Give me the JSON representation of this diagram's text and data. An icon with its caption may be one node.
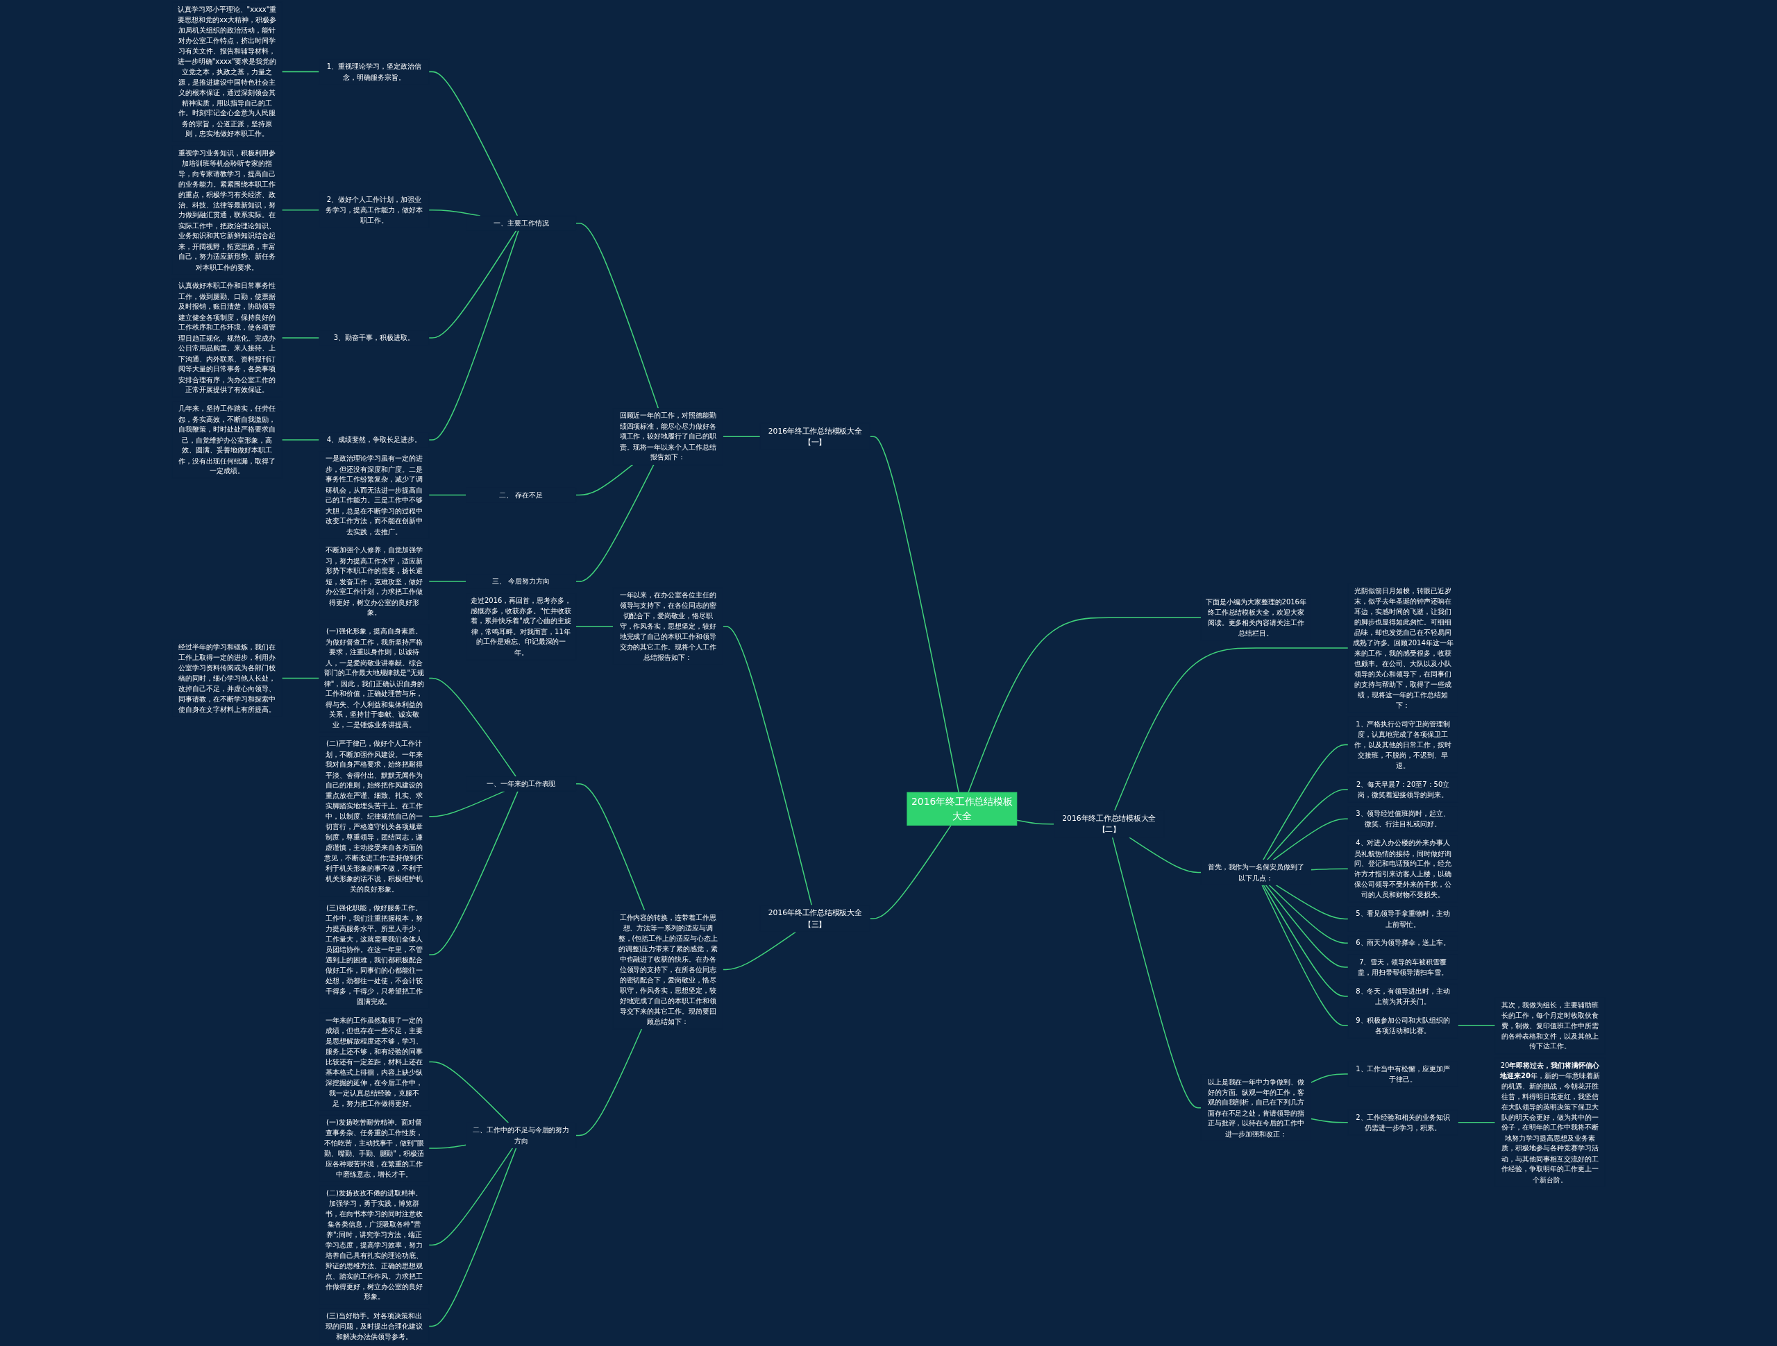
{
  "diagram": {
    "nodes": [
      {
        "text": [
          "2016年终工作总结模板大全"
        ]
      },
      {
        "text": [
          "2016年终工作总结模板大全【一】"
        ]
      },
      {
        "text": [
          "回顾近一年的工作，对照德能勤绩四项标准，能尽心尽力做好各项工作，较好地履行了自己的职责。现将一年以来个人工作总结报告如下："
        ]
      },
      {
        "text": [
          "一、主要工作情况"
        ]
      },
      {
        "text": [
          "1、重视理论学习，坚定政治信念，明确服务宗旨。"
        ]
      },
      {
        "text": [
          "认真学习邓小平理论、\"xxxx\"重要思想和党的xx大精神，积极参加局机关组织的政治活动，能针对办公室工作特点，挤出时间学习有关文件、报告和辅导材料，进一步明确\"xxxx\"要求是我党的立党之本，执政之基，力量之源，是推进建设中国特色社会主义的根本保证，通过深刻领会其精神实质，用以指导自己的工作。时刻牢记全心全意为人民服务的宗旨，公道正派，坚持原则，忠实地做好本职工作。"
        ]
      },
      {
        "text": [
          "2、做好个人工作计划，加强业务学习，提高工作能力，做好本职工作。"
        ]
      },
      {
        "text": [
          "重视学习业务知识，积极利用参加培训班等机会聆听专家的指导，向专家请教学习，提高自己的业务能力。紧紧围绕本职工作的重点，积极学习有关经济、政治、科技、法律等最新知识，努力做到融汇贯通，联系实际。在实际工作中，把政治理论知识、业务知识和其它新鲜知识结合起来，开阔视野，拓宽思路，丰富自己，努力适应新形势、新任务对本职工作的要求。"
        ]
      },
      {
        "text": [
          "3、勤奋干事，积极进取。"
        ]
      },
      {
        "text": [
          "认真做好本职工作和日常事务性工作，做到腿勤、口勤，使票据及时报销，账目清楚，协助领导建立健全各项制度，保持良好的工作秩序和工作环境，使各项管理日趋正规化、规范化。完成办公日常用品购置、来人接待、上下沟通、内外联系、资料报刊订阅等大量的日常事务，各类事项安排合理有序，为办公室工作的正常开展提供了有效保证。"
        ]
      },
      {
        "text": [
          "4、成绩斐然，争取长足进步。"
        ]
      },
      {
        "text": [
          "几年来，坚持工作踏实，任劳任怨，务实高效，不断自我激励，自我鞭策，时时处处严格要求自己，自觉维护办公室形象，高效、圆满、妥善地做好本职工作，没有出现任何纰漏，取得了一定成绩。"
        ]
      },
      {
        "text": [
          "二、 存在不足"
        ]
      },
      {
        "text": [
          "一是政治理论学习虽有一定的进步，但还没有深度和广度。二是事务性工作纷繁复杂，减少了调研机会，从而无法进一步提高自己的工作能力。三是工作中不够大胆，总是在不断学习的过程中改变工作方法，而不能在创新中去实践，去推广。"
        ]
      },
      {
        "text": [
          "三、 今后努力方向"
        ]
      },
      {
        "text": [
          "不断加强个人修养，自觉加强学习，努力提高工作水平，适应新形势下本职工作的需要，扬长避短，发奋工作，克难攻坚，做好办公室工作计划，力求把工作做得更好，树立办公室的良好形象。"
        ]
      },
      {
        "text": [
          "2016年终工作总结模板大全【三】"
        ]
      },
      {
        "text": [
          "一年以来，在办公室各位主任的领导与支持下，在各位同志的密切配合下，爱岗敬业，恪尽职守，作风务实，思想坚定，较好地完成了自己的本职工作和领导交办的其它工作。现将个人工作总结报告如下："
        ]
      },
      {
        "text": [
          "走过2016，再回首，思考亦多，感慨亦多，收获亦多。\"忙并收获着，累并快乐着\"成了心曲的主旋律，常鸣耳畔。对我而言，11年的工作是难忘、印记最深的一年。"
        ]
      },
      {
        "text": [
          "工作内容的转换，连带着工作思想、方法等一系列的适应与调整，(包括工作上的适应与心态上的调整)压力带来了紧的感觉，紧中也融进了收获的快乐。在办各位领导的支持下，在所各位同志的密切配合下，爱岗敬业，恪尽职守，作风务实，思想坚定，较好地完成了自己的本职工作和领导交下来的其它工作。现简要回顾总结如下："
        ]
      },
      {
        "text": [
          "一、一年来的工作表现"
        ]
      },
      {
        "text": [
          "(一)强化形象，提高自身素质。为做好督查工作，我所坚持严格要求，注重以身作则，以诚待人，一是爱岗敬业讲奉献。综合部门的工作最大地规律就是\"无规律\"，因此，我们正确认识自身的工作和价值，正确处理苦与乐，得与失、个人利益和集体利益的关系，坚持甘于奉献、诚实敬业，二是锤炼业务讲提高。"
        ]
      },
      {
        "text": [
          "经过半年的学习和锻炼，我们在工作上取得一定的进步，利用办公室学习资料传阅或为各部门校稿的同时，细心学习他人长处，改掉自己不足，并虚心向领导、同事请教，在不断学习和探索中使自身在文字材料上有所提高。"
        ]
      },
      {
        "text": [
          "(二)严于律已，做好个人工作计划，不断加强作风建设。一年来我对自身严格要求，始终把耐得平淡、舍得付出、默默无闻作为自己的准则，始终把作风建设的重点放在严谨、细致、扎实、求实脚踏实地埋头苦干上。在工作中，以制度、纪律规范自己的一切言行，严格遵守机关各项规章制度，尊重领导，团结同志，谦虚谨慎，主动接受来自各方面的意见，不断改进工作;坚持做到不利于机关形象的事不做，不利于机关形象的话不说，积极维护机关的良好形象。"
        ]
      },
      {
        "text": [
          "(三)强化职能，做好服务工作。工作中，我们注重把握根本，努力提高服务水平。所里人手少，工作量大，这就需要我们全体人员团结协作。在这一年里，不管遇到上的困难，我们都积极配合做好工作，同事们的心都能往一处想，劲都往一处使，不会计较干得多，干得少，只希望把工作圆满完成。"
        ]
      },
      {
        "text": [
          "二、工作中的不足与今后的努力方向"
        ]
      },
      {
        "text": [
          "一年来的工作虽然取得了一定的成绩，但也存在一些不足，主要是思想解放程度还不够，学习、服务上还不够，和有经验的同事比较还有一定差距，材料上还在基本格式上徘徊，内容上缺少纵深挖掘的延伸，在今后工作中，我一定认真总结经验，克服不足，努力把工作做得更好。"
        ]
      },
      {
        "text": [
          "(一)发扬吃苦耐劳精神。面对督查事务杂、任务重的工作性质，不怕吃苦，主动找事干，做到\"眼勤、嘴勤、手勤、腿勤\"，积极适应各种艰苦环境，在繁重的工作中磨练意志，增长才干。"
        ]
      },
      {
        "text": [
          "(二)发扬孜孜不倦的进取精神。加强学习，勇于实践，博览群书，在向书本学习的同时注意收集各类信息，广泛吸取各种\"营养\";同时，讲究学习方法，端正学习态度，提高学习效率，努力培养自己具有扎实的理论功底、辩证的思维方法、正确的思想观点、踏实的工作作风。力求把工作做得更好，树立办公室的良好形象。"
        ]
      },
      {
        "text": [
          "(三)当好助手。对各项决策和出现的问题，及时提出合理化建议和解决办法供领导参考。"
        ]
      },
      {
        "text": [
          "下面是小编为大家整理的2016年终工作总结模板大全，欢迎大家阅读。更多相关内容请关注工作总结栏目。"
        ]
      },
      {
        "text": [
          "2016年终工作总结模板大全【二】"
        ]
      },
      {
        "text": [
          "光阴似箭日月如梭，转眼已近岁末，似乎去年圣诞的钟声还响在耳边，实感时间的飞逝，让我们的脚步也显得如此匆忙。可细细品味，却也发觉自己在不轻易间成熟了许多。回顾2014年这一年来的工作，我的感受很多，收获也颇丰。在公司、大队以及小队领导的关心和领导下，在同事们的支持与帮助下，取得了一些成绩，现将这一年的工作总结如下："
        ]
      },
      {
        "text": [
          "首先，我作为一名保安员做到了以下几点："
        ]
      },
      {
        "text": [
          "1、严格执行公司守卫岗管理制度，认真地完成了各项保卫工作，以及其他的日常工作，按时交接班，不脱岗，不迟到、早退。"
        ]
      },
      {
        "text": [
          "2、每天早晨7：20至7：50立岗，微笑着迎接领导的到来。"
        ]
      },
      {
        "text": [
          "3、领导经过值班岗时，起立、微笑、行注目礼或问好。"
        ]
      },
      {
        "text": [
          "4、对进入办公楼的外来办事人员礼貌热情的接待，同时做好询问、登记和电话预约工作，经允许方才指引来访客人上楼，以确保公司领导不受外来的干扰，公司的人员和财物不受损失。"
        ]
      },
      {
        "text": [
          "5、看见领导手拿重物时，主动上前帮忙。"
        ]
      },
      {
        "text": [
          "6、雨天为领导撑伞，送上车。"
        ]
      },
      {
        "text": [
          "7、雪天，领导的车被积雪覆盖，用扫帚帮领导清扫车雪。"
        ]
      },
      {
        "text": [
          "8、冬天，有领导进出时，主动上前为其开关门。"
        ]
      },
      {
        "text": [
          "9、积极参加公司和大队组织的各项活动和比赛。"
        ]
      },
      {
        "text": [
          "其次，我做为组长，主要辅助班长的工作，每个月定时收取伙食费，制做、复印值班工作中所需的各种表格和文件，以及其他上传下达工作。"
        ]
      },
      {
        "text": [
          "以上是我在一年中力争做到、做好的方面。纵观一年的工作，客观的自我剖析，自已在下列几方面存在不足之处，肯请领导的指正与批评，以待在今后的工作中进一步加强和改正："
        ]
      },
      {
        "text": [
          "1、工作当中有松懈，应更加严于律己。"
        ]
      },
      {
        "text": [
          "2、工作经验和相关的业务知识仍需进一步学习，积累。"
        ]
      },
      {
        "text": [
          "20**年即将过去，我们将满怀信心地迎来20**年，新的一年意味着新的机遇、新的挑战，今朝花开胜往昔，料得明日花更红，我坚信在大队领导的英明决策下保卫大队的明天会更好，做为其中的一份子，在明年的工作中我将不断地努力学习提高思想及业务素质，积极地参与各种竞赛学习活动，与其他同事相互交流好的工作经验，争取明年的工作更上一个新台阶。"
        ]
      }
    ],
    "edges": [
      {
        "from": 0,
        "to": 1,
        "arrow": "none"
      },
      {
        "from": 1,
        "to": 2,
        "arrow": "none"
      },
      {
        "from": 2,
        "to": 3,
        "arrow": "none"
      },
      {
        "from": 3,
        "to": 4,
        "arrow": "none"
      },
      {
        "from": 4,
        "to": 5,
        "arrow": "none"
      },
      {
        "from": 3,
        "to": 6,
        "arrow": "none"
      },
      {
        "from": 6,
        "to": 7,
        "arrow": "none"
      },
      {
        "from": 3,
        "to": 8,
        "arrow": "none"
      },
      {
        "from": 8,
        "to": 9,
        "arrow": "none"
      },
      {
        "from": 3,
        "to": 10,
        "arrow": "none"
      },
      {
        "from": 10,
        "to": 11,
        "arrow": "none"
      },
      {
        "from": 2,
        "to": 12,
        "arrow": "none"
      },
      {
        "from": 12,
        "to": 13,
        "arrow": "none"
      },
      {
        "from": 2,
        "to": 14,
        "arrow": "none"
      },
      {
        "from": 14,
        "to": 15,
        "arrow": "none"
      },
      {
        "from": 0,
        "to": 16,
        "arrow": "none"
      },
      {
        "from": 16,
        "to": 17,
        "arrow": "none"
      },
      {
        "from": 17,
        "to": 18,
        "arrow": "none"
      },
      {
        "from": 16,
        "to": 19,
        "arrow": "none"
      },
      {
        "from": 19,
        "to": 20,
        "arrow": "none"
      },
      {
        "from": 20,
        "to": 21,
        "arrow": "none"
      },
      {
        "from": 21,
        "to": 22,
        "arrow": "none"
      },
      {
        "from": 20,
        "to": 23,
        "arrow": "none"
      },
      {
        "from": 20,
        "to": 24,
        "arrow": "none"
      },
      {
        "from": 19,
        "to": 25,
        "arrow": "none"
      },
      {
        "from": 25,
        "to": 26,
        "arrow": "none"
      },
      {
        "from": 25,
        "to": 27,
        "arrow": "none"
      },
      {
        "from": 25,
        "to": 28,
        "arrow": "none"
      },
      {
        "from": 25,
        "to": 29,
        "arrow": "none"
      },
      {
        "from": 0,
        "to": 30,
        "arrow": "none"
      },
      {
        "from": 0,
        "to": 31,
        "arrow": "none"
      },
      {
        "from": 31,
        "to": 32,
        "arrow": "none"
      },
      {
        "from": 31,
        "to": 33,
        "arrow": "none"
      },
      {
        "from": 33,
        "to": 34,
        "arrow": "none"
      },
      {
        "from": 33,
        "to": 35,
        "arrow": "none"
      },
      {
        "from": 33,
        "to": 36,
        "arrow": "none"
      },
      {
        "from": 33,
        "to": 37,
        "arrow": "none"
      },
      {
        "from": 33,
        "to": 38,
        "arrow": "none"
      },
      {
        "from": 33,
        "to": 39,
        "arrow": "none"
      },
      {
        "from": 33,
        "to": 40,
        "arrow": "none"
      },
      {
        "from": 33,
        "to": 41,
        "arrow": "none"
      },
      {
        "from": 33,
        "to": 42,
        "arrow": "none"
      },
      {
        "from": 42,
        "to": 43,
        "arrow": "none"
      },
      {
        "from": 31,
        "to": 44,
        "arrow": "none"
      },
      {
        "from": 44,
        "to": 45,
        "arrow": "none"
      },
      {
        "from": 44,
        "to": 46,
        "arrow": "none"
      },
      {
        "from": 46,
        "to": 47,
        "arrow": "none"
      }
    ]
  }
}
